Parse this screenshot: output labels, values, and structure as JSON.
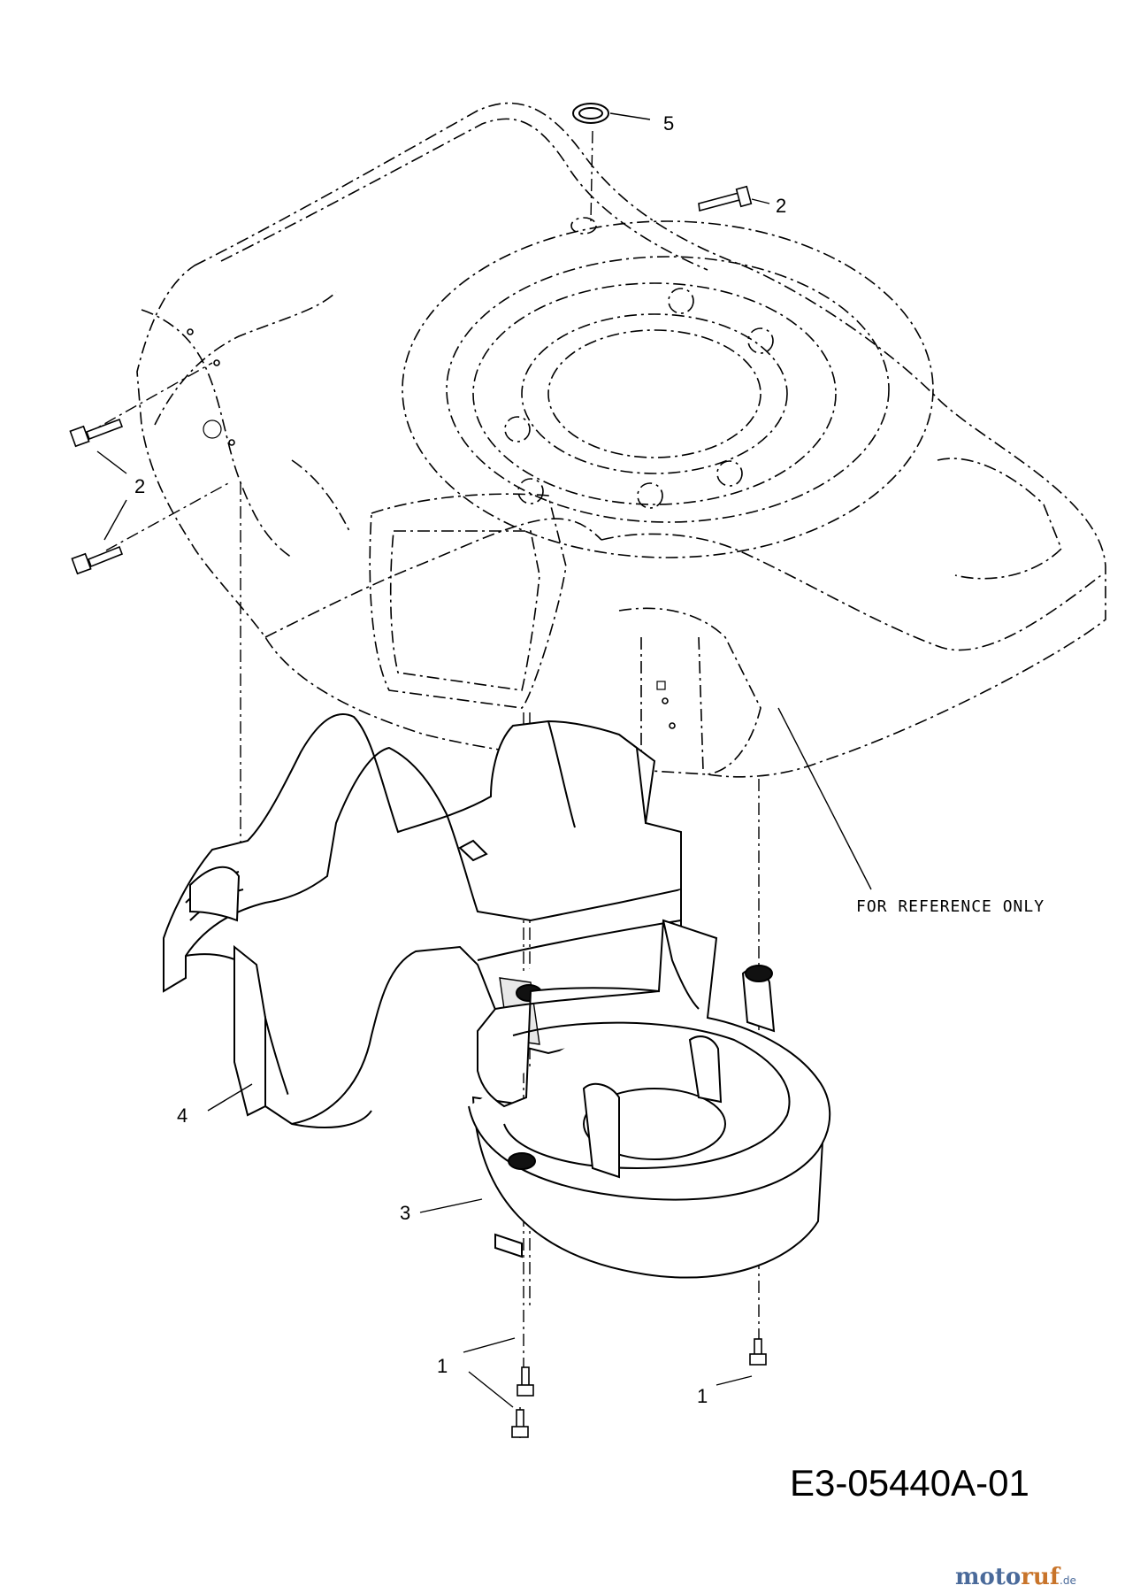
{
  "callouts": {
    "c5": "5",
    "c2_top": "2",
    "c2_left": "2",
    "c4": "4",
    "c3": "3",
    "c1_left": "1",
    "c1_right": "1"
  },
  "reference_note": "FOR REFERENCE ONLY",
  "diagram_code": "E3-05440A-01",
  "watermark": {
    "part1": "moto",
    "part2": "ruf",
    "suffix": ".de"
  }
}
